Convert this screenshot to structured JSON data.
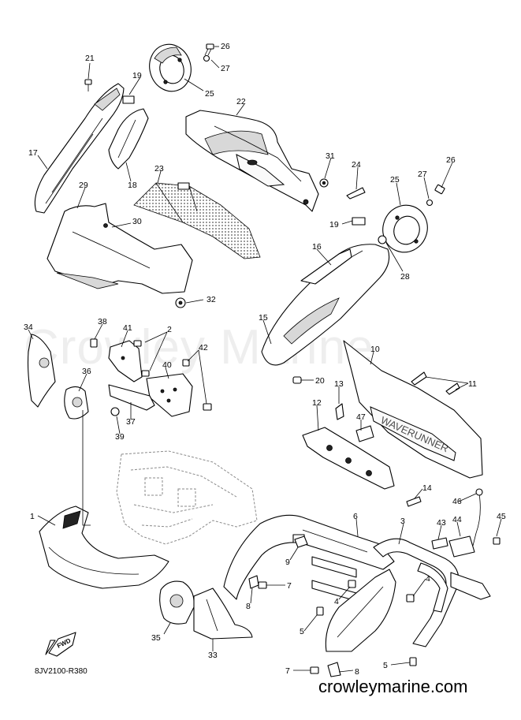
{
  "watermark": "Crowley Marine",
  "drawing_code": "8JV2100-R380",
  "site_url": "crowleymarine.com",
  "fwd_label": "FWD",
  "callouts": [
    {
      "id": "c26a",
      "text": "26"
    },
    {
      "id": "c27a",
      "text": "27"
    },
    {
      "id": "c25a",
      "text": "25"
    },
    {
      "id": "c21",
      "text": "21"
    },
    {
      "id": "c19a",
      "text": "19"
    },
    {
      "id": "c22",
      "text": "22"
    },
    {
      "id": "c17",
      "text": "17"
    },
    {
      "id": "c18",
      "text": "18"
    },
    {
      "id": "c23",
      "text": "23"
    },
    {
      "id": "c31",
      "text": "31"
    },
    {
      "id": "c24",
      "text": "24"
    },
    {
      "id": "c25b",
      "text": "25"
    },
    {
      "id": "c27b",
      "text": "27"
    },
    {
      "id": "c26b",
      "text": "26"
    },
    {
      "id": "c29",
      "text": "29"
    },
    {
      "id": "c30",
      "text": "30"
    },
    {
      "id": "c19b",
      "text": "19"
    },
    {
      "id": "c16",
      "text": "16"
    },
    {
      "id": "c28",
      "text": "28"
    },
    {
      "id": "c32",
      "text": "32"
    },
    {
      "id": "c15",
      "text": "15"
    },
    {
      "id": "c34",
      "text": "34"
    },
    {
      "id": "c38",
      "text": "38"
    },
    {
      "id": "c41",
      "text": "41"
    },
    {
      "id": "c2",
      "text": "2"
    },
    {
      "id": "c42",
      "text": "42"
    },
    {
      "id": "c40",
      "text": "40"
    },
    {
      "id": "c36",
      "text": "36"
    },
    {
      "id": "c10",
      "text": "10"
    },
    {
      "id": "c20",
      "text": "20"
    },
    {
      "id": "c13",
      "text": "13"
    },
    {
      "id": "c11",
      "text": "11"
    },
    {
      "id": "c37",
      "text": "37"
    },
    {
      "id": "c39",
      "text": "39"
    },
    {
      "id": "c12",
      "text": "12"
    },
    {
      "id": "c47",
      "text": "47"
    },
    {
      "id": "c14",
      "text": "14"
    },
    {
      "id": "c1",
      "text": "1"
    },
    {
      "id": "c6",
      "text": "6"
    },
    {
      "id": "c3",
      "text": "3"
    },
    {
      "id": "c46",
      "text": "46"
    },
    {
      "id": "c43",
      "text": "43"
    },
    {
      "id": "c44",
      "text": "44"
    },
    {
      "id": "c45",
      "text": "45"
    },
    {
      "id": "c9",
      "text": "9"
    },
    {
      "id": "c7a",
      "text": "7"
    },
    {
      "id": "c4a",
      "text": "4"
    },
    {
      "id": "c4b",
      "text": "4"
    },
    {
      "id": "c8a",
      "text": "8"
    },
    {
      "id": "c5a",
      "text": "5"
    },
    {
      "id": "c35",
      "text": "35"
    },
    {
      "id": "c33",
      "text": "33"
    },
    {
      "id": "c5b",
      "text": "5"
    },
    {
      "id": "c7b",
      "text": "7"
    },
    {
      "id": "c8b",
      "text": "8"
    }
  ]
}
